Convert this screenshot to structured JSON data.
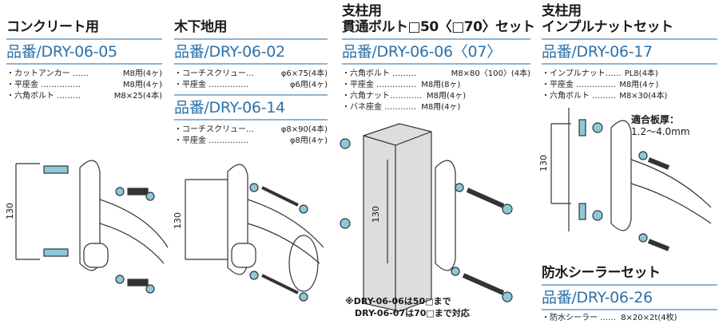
{
  "sections": [
    {
      "title": "コンクリート用",
      "product_no": "品番/DRY-06-05",
      "items": [
        {
          "name": "・カットアンカー ……",
          "value": "M8用(4ヶ)"
        },
        {
          "name": "・平座金 ……………",
          "value": "M8用(4ヶ)"
        },
        {
          "name": "・六角ボルト ………",
          "value": "M8×25(4本)"
        }
      ],
      "dimension": "130"
    },
    {
      "title": "木下地用",
      "product_no": "品番/DRY-06-02",
      "items": [
        {
          "name": "・コーチスクリュー…",
          "value": "φ6×75(4本)"
        },
        {
          "name": "・平座金 ……………",
          "value": "φ6用(4ヶ)"
        }
      ],
      "product_no_2": "品番/DRY-06-14",
      "items_2": [
        {
          "name": "・コーチスクリュー…",
          "value": "φ8×90(4本)"
        },
        {
          "name": "・平座金 ……………",
          "value": "φ8用(4ヶ)"
        }
      ],
      "dimension": "130"
    },
    {
      "title_line1": "支柱用",
      "title_line2": "貫通ボルト□50〈□70〉セット",
      "product_no": "品番/DRY-06-06〈07〉",
      "items": [
        {
          "name": "・六角ボルト ………",
          "value": "M8×80〈100〉(4本)"
        },
        {
          "name": "・平座金 ……………",
          "value": "M8用(8ヶ)"
        },
        {
          "name": "・六角ナット…………",
          "value": "M8用(4ヶ)"
        },
        {
          "name": "・バネ座金 …………",
          "value": "M8用(4ヶ)"
        }
      ],
      "dimension": "130",
      "note_line1": "※DRY-06-06は50□まで",
      "note_line2": "DRY-06-07は70□まで対応"
    },
    {
      "title_line1": "支柱用",
      "title_line2": "インプルナットセット",
      "product_no": "品番/DRY-06-17",
      "items": [
        {
          "name": "・インプルナット……",
          "value": "PL8(4本)"
        },
        {
          "name": "・平座金 ……………",
          "value": "M8用(4ヶ)"
        },
        {
          "name": "・六角ボルト ………",
          "value": "M8×30(4本)"
        }
      ],
      "dimension": "130",
      "plate_label": "適合板厚：",
      "plate_value": "1.2〜4.0mm"
    },
    {
      "title": "防水シーラーセット",
      "product_no": "品番/DRY-06-26",
      "items": [
        {
          "name": "・防水シーラー ……",
          "value": "8×20×2t(4枚)"
        }
      ]
    }
  ],
  "colors": {
    "accent": "#2d72a8",
    "rule": "#8fb3d3",
    "part": "#8cc8d8"
  }
}
